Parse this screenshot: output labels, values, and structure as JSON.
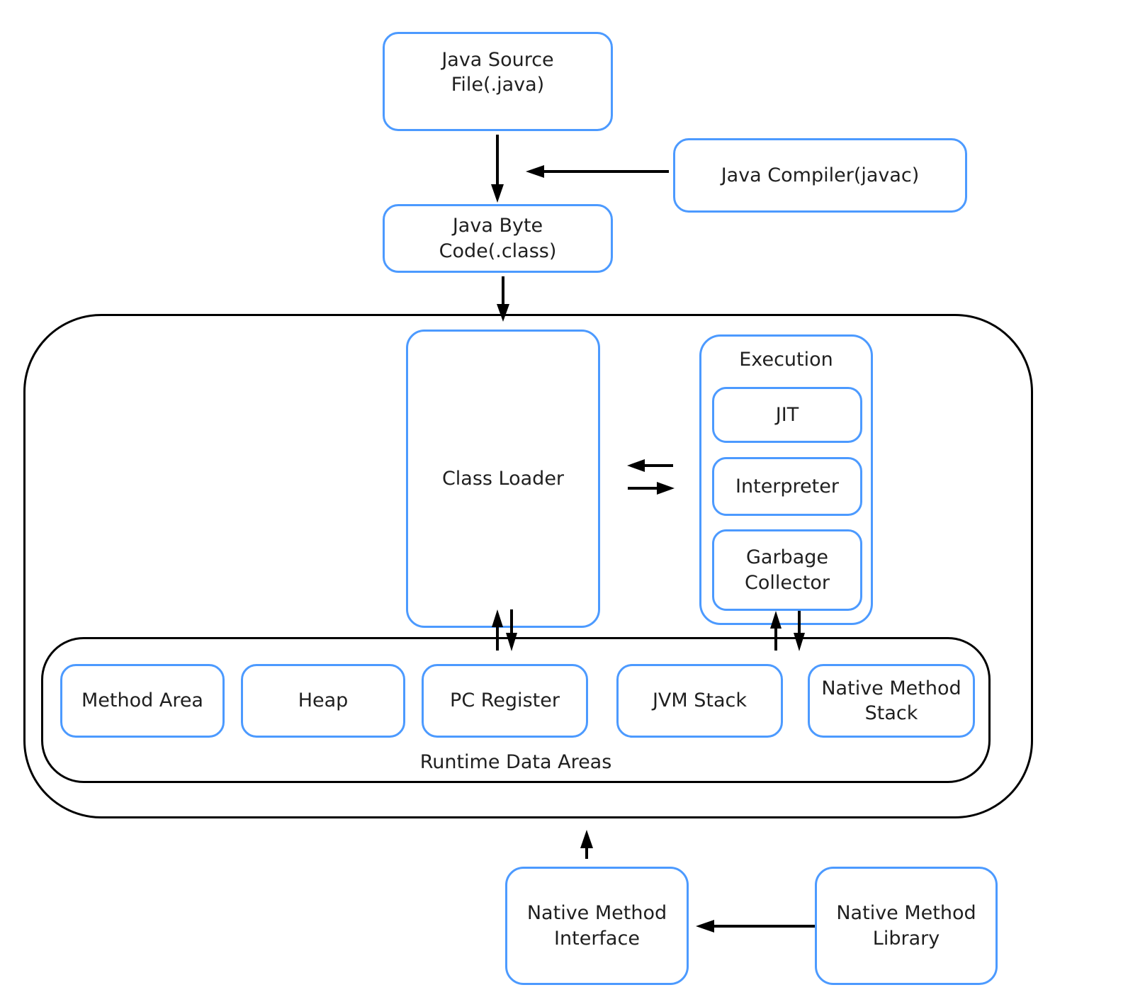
{
  "colors": {
    "box_border": "#4C9AFF",
    "line_color": "#000000",
    "text_color": "#1f1f1f",
    "canvas_bg": "#ffffff"
  },
  "nodes": {
    "java_source": "Java Source\nFile(.java)",
    "java_compiler": "Java Compiler(javac)",
    "java_byte_code": "Java Byte\nCode(.class)",
    "class_loader": "Class Loader",
    "execution": "Execution",
    "jit": "JIT",
    "interpreter": "Interpreter",
    "garbage_collector": "Garbage\nCollector",
    "method_area": "Method Area",
    "heap": "Heap",
    "pc_register": "PC Register",
    "jvm_stack": "JVM Stack",
    "native_method_stack": "Native Method\nStack",
    "runtime_data_areas": "Runtime Data Areas",
    "native_method_interface": "Native Method\nInterface",
    "native_method_library": "Native Method\nLibrary"
  }
}
